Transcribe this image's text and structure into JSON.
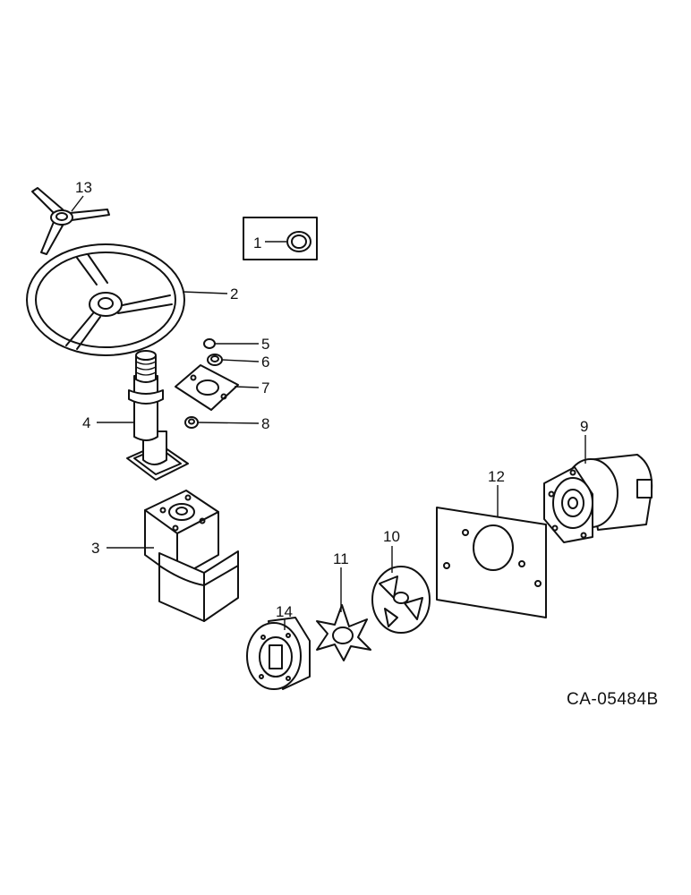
{
  "diagram_code": "CA-05484B",
  "callouts": {
    "c1": "1",
    "c2": "2",
    "c3": "3",
    "c4": "4",
    "c5": "5",
    "c6": "6",
    "c7": "7",
    "c8": "8",
    "c9": "9",
    "c10": "10",
    "c11": "11",
    "c12": "12",
    "c13": "13",
    "c14": "14"
  }
}
